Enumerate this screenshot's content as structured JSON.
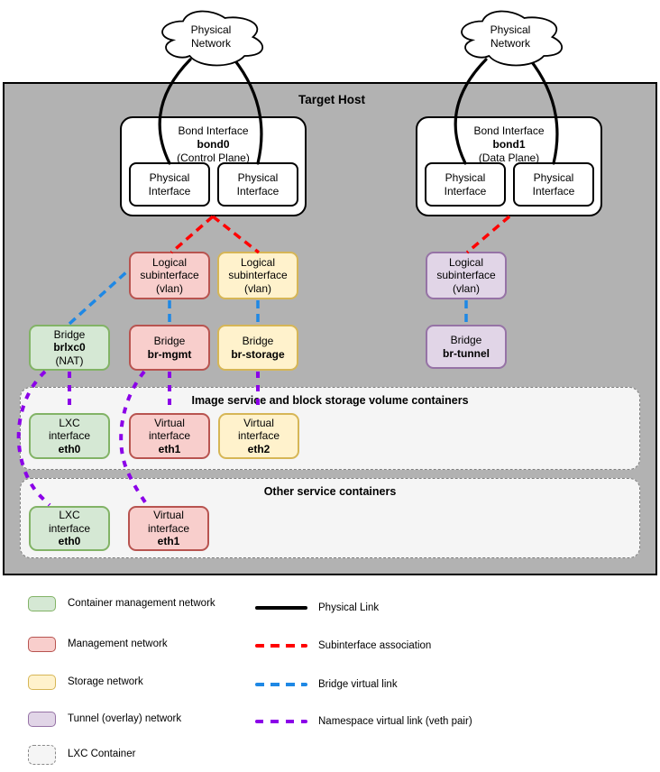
{
  "host": {
    "label": "Target Host"
  },
  "cloud": {
    "line1": "Physical",
    "line2": "Network"
  },
  "bonds": {
    "bond0": {
      "title": "Bond Interface",
      "name": "bond0",
      "plane": "(Control Plane)"
    },
    "bond1": {
      "title": "Bond Interface",
      "name": "bond1",
      "plane": "(Data Plane)"
    }
  },
  "physical_interface": {
    "line1": "Physical",
    "line2": "Interface"
  },
  "subinterface": {
    "line1": "Logical",
    "line2": "subinterface",
    "line3": "(vlan)"
  },
  "bridges": {
    "brlxc0": {
      "label": "Bridge",
      "name": "brlxc0",
      "note": "(NAT)"
    },
    "br_mgmt": {
      "label": "Bridge",
      "name": "br-mgmt"
    },
    "br_storage": {
      "label": "Bridge",
      "name": "br-storage"
    },
    "br_tunnel": {
      "label": "Bridge",
      "name": "br-tunnel"
    }
  },
  "containers": {
    "image_storage": {
      "title": "Image service and block storage volume containers"
    },
    "other": {
      "title": "Other service containers"
    }
  },
  "interfaces": {
    "lxc_eth0": {
      "line1": "LXC",
      "line2": "interface",
      "name": "eth0"
    },
    "virt_eth1": {
      "line1": "Virtual",
      "line2": "interface",
      "name": "eth1"
    },
    "virt_eth2": {
      "line1": "Virtual",
      "line2": "interface",
      "name": "eth2"
    }
  },
  "legend": {
    "swatches": [
      {
        "label": "Container management network",
        "color": "#d5e8d4",
        "stroke": "#82b366"
      },
      {
        "label": "Management network",
        "color": "#f8cecc",
        "stroke": "#b85450"
      },
      {
        "label": "Storage network",
        "color": "#fff2cc",
        "stroke": "#d6b656"
      },
      {
        "label": "Tunnel (overlay) network",
        "color": "#e1d5e7",
        "stroke": "#9673a6"
      },
      {
        "label": "LXC Container",
        "color": "#f5f5f5",
        "stroke": "dashed-gray"
      }
    ],
    "lines": [
      {
        "label": "Physical Link",
        "color": "#000000",
        "style": "solid"
      },
      {
        "label": "Subinterface association",
        "color": "#ff0000",
        "style": "dashed"
      },
      {
        "label": "Bridge virtual link",
        "color": "#1e88e5",
        "style": "dashed"
      },
      {
        "label": "Namespace virtual link (veth pair)",
        "color": "#8b00e8",
        "style": "dashed"
      }
    ]
  },
  "colors": {
    "host_fill": "#b2b2b2",
    "container_fill": "#f5f5f5",
    "green_fill": "#d5e8d4",
    "green_stroke": "#82b366",
    "red_fill": "#f8cecc",
    "red_stroke": "#b85450",
    "yellow_fill": "#fff2cc",
    "yellow_stroke": "#d6b656",
    "purple_fill": "#e1d5e7",
    "purple_stroke": "#9673a6"
  }
}
